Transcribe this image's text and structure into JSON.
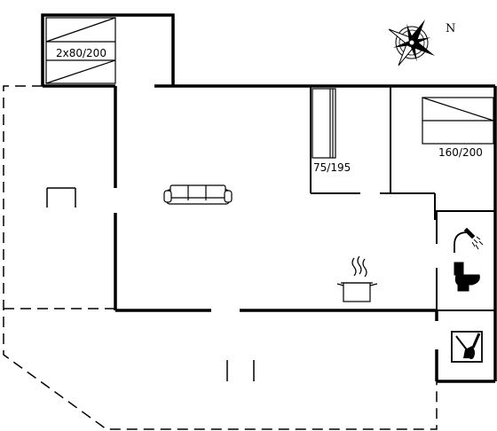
{
  "floor_plan": {
    "labels": {
      "bunk_bed": "2x80/200",
      "single_bed": "75/195",
      "double_bed": "160/200"
    },
    "compass": {
      "north": "N"
    },
    "icons": [
      "sofa-icon",
      "cooking-pot-icon",
      "shower-icon",
      "toilet-icon",
      "utility-room-icon",
      "table-icon"
    ]
  }
}
